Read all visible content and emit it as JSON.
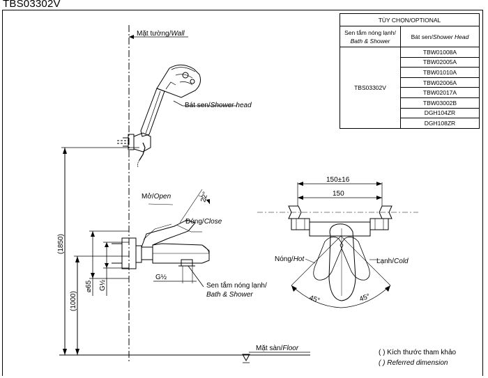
{
  "title": "TBS03302V",
  "labels": {
    "wall": "Mặt tường/",
    "wall_en": "Wall",
    "shower_head": "Bát sen/",
    "shower_head_en": "Shower head",
    "open": "Mở/",
    "open_en": "Open",
    "close": "Đóng/",
    "close_en": "Close",
    "bath_shower_vi": "Sen tắm nóng lạnh/",
    "bath_shower_en": "Bath & Shower",
    "hot": "Nóng/",
    "hot_en": "Hot",
    "cold": "Lạnh/",
    "cold_en": "Cold",
    "floor": "Mặt sàn/",
    "floor_en": "Floor"
  },
  "dimensions": {
    "height_total": "(1850)",
    "height_mount": "(1000)",
    "dia": "⌀65",
    "thread_g": "G½",
    "thread_g2": "G½",
    "width_tol": "150±16",
    "width": "150",
    "angle_lever": "22°",
    "angle_left": "45°",
    "angle_right": "45°"
  },
  "legend": {
    "line1": "(       ) Kích thước tham khảo",
    "line2": "(       ) Referred dimension"
  },
  "options_table": {
    "header": "TÙY CHỌN/OPTIONAL",
    "col1_vi": "Sen tắm nóng lạnh/",
    "col1_en": "Bath & Shower",
    "col2_vi": "Bát sen/",
    "col2_en": "Shower Head",
    "model": "TBS03302V",
    "items": [
      "TBW01008A",
      "TBW02005A",
      "TBW01010A",
      "TBW02006A",
      "TBW02017A",
      "TBW03002B",
      "DGH104ZR",
      "DGH108ZR"
    ]
  }
}
